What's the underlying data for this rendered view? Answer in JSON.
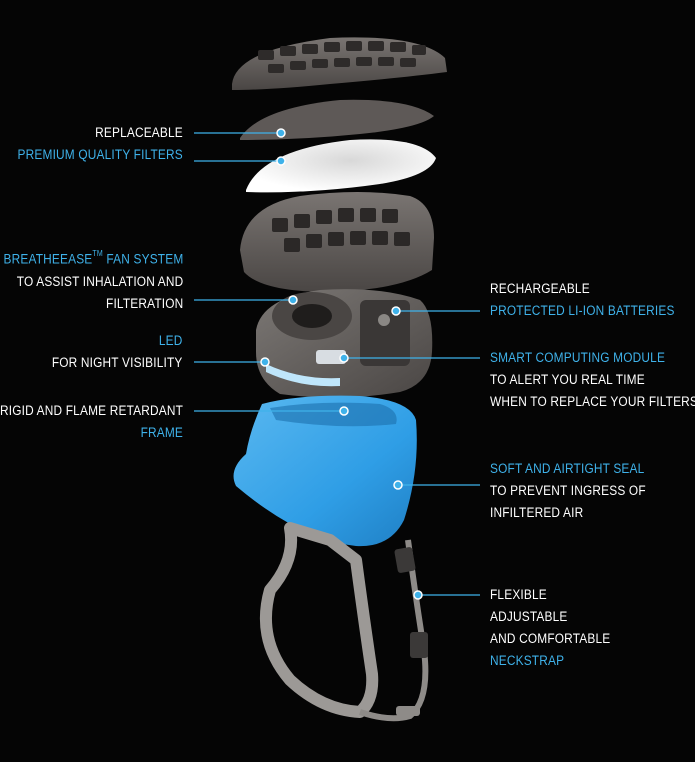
{
  "colors": {
    "background": "#050505",
    "accent": "#3fb2ea",
    "text": "#ffffff",
    "leader": "#3fb2ea"
  },
  "labels": {
    "filters": {
      "line1": "REPLACEABLE",
      "line2": "PREMIUM QUALITY FILTERS"
    },
    "fan": {
      "line1": "BREATHEEASE",
      "tm": "TM",
      "line1b": " FAN SYSTEM",
      "line2": "TO ASSIST INHALATION AND",
      "line3": "FILTERATION"
    },
    "led": {
      "line1": "LED",
      "line2": "FOR NIGHT VISIBILITY"
    },
    "frame": {
      "line1": "RIGID AND FLAME RETARDANT",
      "line2": "FRAME"
    },
    "batteries": {
      "line1": "RECHARGEABLE",
      "line2": "PROTECTED LI-ION BATTERIES"
    },
    "module": {
      "line1": "SMART COMPUTING MODULE",
      "line2": "TO ALERT YOU REAL TIME",
      "line3": "WHEN TO REPLACE YOUR FILTERS"
    },
    "seal": {
      "line1": "SOFT AND AIRTIGHT SEAL",
      "line2": "TO PREVENT INGRESS OF",
      "line3": "INFILTERED AIR"
    },
    "neckstrap": {
      "line1": "FLEXIBLE",
      "line2": "ADJUSTABLE",
      "line3": "AND COMFORTABLE",
      "line4": "NECKSTRAP"
    }
  }
}
